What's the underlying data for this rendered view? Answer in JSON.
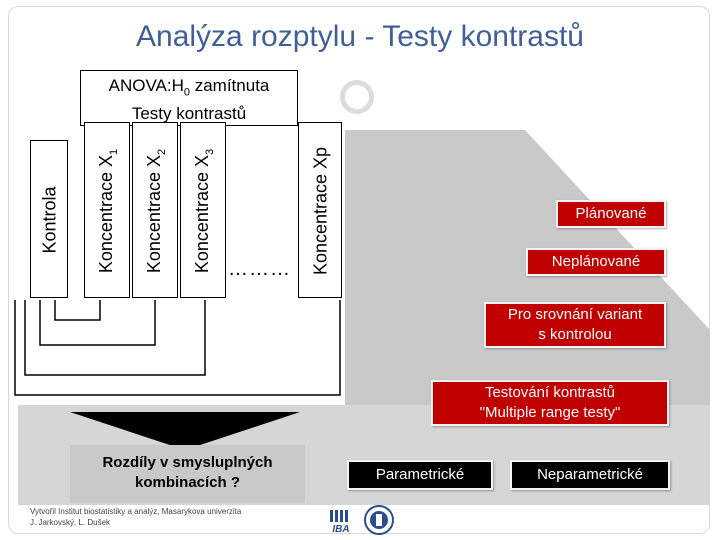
{
  "title": "Analýza rozptylu -  Testy kontrastů",
  "anova": {
    "line1_prefix": "ANOVA:H",
    "line1_sub": "0",
    "line1_suffix": " zamítnuta",
    "line2": "Testy kontrastů"
  },
  "columns": {
    "kontrola": "Kontrola",
    "k1": {
      "text": "Koncentrace X",
      "sub": "1"
    },
    "k2": {
      "text": "Koncentrace X",
      "sub": "2"
    },
    "k3": {
      "text": "Koncentrace X",
      "sub": "3"
    },
    "dots": "………",
    "kp": "Koncentrace Xp"
  },
  "pills": {
    "planovane": "Plánované",
    "neplanovane": "Neplánované",
    "kontrola_line1": "Pro srovnání variant",
    "kontrola_line2": "s kontrolou",
    "testovani_line1": "Testování kontrastů",
    "testovani_line2": "\"Multiple range testy\"",
    "parametricke": "Parametrické",
    "neparametricke": "Neparametrické"
  },
  "result": {
    "line1": "Rozdíly v smysluplných",
    "line2": "kombinacích ?"
  },
  "footer": {
    "line1": "Vytvořil Institut biostatistiky a analýz, Masarykova univerzita",
    "line2": "J. Jarkovský, L. Dušek"
  },
  "logos": {
    "iba": "IBA"
  },
  "colors": {
    "title": "#3f5f96",
    "pill": "#c00000",
    "gray": "#c9c9c9"
  }
}
